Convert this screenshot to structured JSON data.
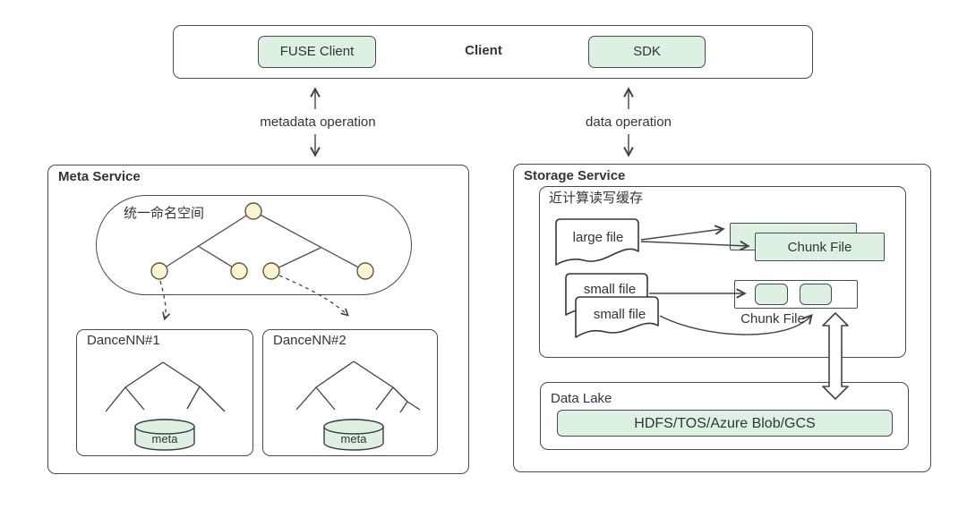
{
  "colors": {
    "node_green_fill": "#ddf0e2",
    "node_yellow_fill": "#fcf3cf",
    "border": "#474c54",
    "line": "#40454d",
    "text": "#31353c"
  },
  "client": {
    "title": "Client",
    "fuse_client": "FUSE Client",
    "sdk": "SDK"
  },
  "connections": {
    "metadata_operation": "metadata operation",
    "data_operation": "data operation"
  },
  "meta_service": {
    "title": "Meta Service",
    "namespace_label": "统一命名空间",
    "dancenn1_title": "DanceNN#1",
    "dancenn1_db": "meta",
    "dancenn2_title": "DanceNN#2",
    "dancenn2_db": "meta"
  },
  "storage_service": {
    "title": "Storage Service",
    "cache_title": "近计算读写缓存",
    "large_file": "large file",
    "chunk_file_large": "Chunk File",
    "small_file_back": "small file",
    "small_file_front": "small file",
    "chunk_file_small": "Chunk File",
    "data_lake_title": "Data Lake",
    "data_lake_backend": "HDFS/TOS/Azure Blob/GCS"
  }
}
